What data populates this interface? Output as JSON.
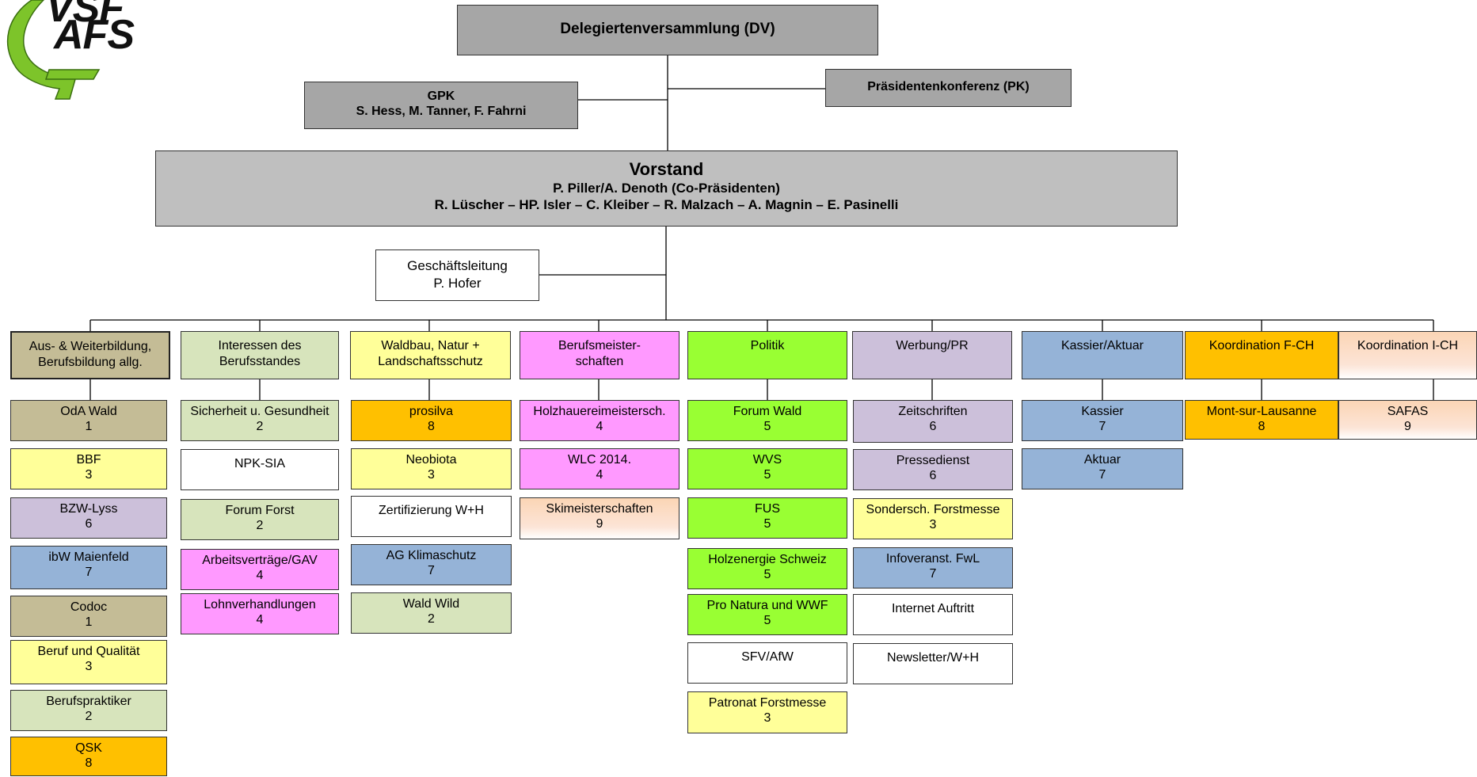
{
  "logo": {
    "line1": "VSF",
    "line2": "AFS",
    "color": "#7dc42a"
  },
  "dv": {
    "title": "Delegiertenversammlung (DV)"
  },
  "pk": {
    "title": "Präsidentenkonferenz (PK)"
  },
  "gpk": {
    "title": "GPK",
    "members": "S. Hess, M. Tanner, F. Fahrni"
  },
  "vorstand": {
    "title": "Vorstand",
    "line2": "P. Piller/A. Denoth (Co-Präsidenten)",
    "line3": "R. Lüscher – HP. Isler – C. Kleiber – R. Malzach – A. Magnin – E. Pasinelli"
  },
  "gl": {
    "title": "Geschäftsleitung",
    "name": "P. Hofer"
  },
  "colors": {
    "tan": "#c4bc96",
    "lightgreen": "#d7e4bc",
    "yellow": "#ffff99",
    "orange": "#ffc000",
    "pink": "#ff99ff",
    "green": "#99ff33",
    "lavender": "#ccc0da",
    "blue": "#95b3d7",
    "peach": "#fbd5b5",
    "white": "#ffffff",
    "gray": "#bfbfbf",
    "darkgray": "#a6a6a6"
  },
  "columns": [
    {
      "header": [
        "Aus- & Weiterbildung,",
        "Berufsbildung allg."
      ],
      "color": "tan",
      "items": [
        {
          "label": "OdA Wald",
          "num": "1",
          "color": "tan"
        },
        {
          "label": "BBF",
          "num": "3",
          "color": "yellow"
        },
        {
          "label": "BZW-Lyss",
          "num": "6",
          "color": "lavender"
        },
        {
          "label": "ibW Maienfeld",
          "num": "7",
          "color": "blue"
        },
        {
          "label": "Codoc",
          "num": "1",
          "color": "tan"
        },
        {
          "label": "Beruf und Qualität",
          "num": "3",
          "color": "yellow"
        },
        {
          "label": "Berufspraktiker",
          "num": "2",
          "color": "lightgreen"
        },
        {
          "label": "QSK",
          "num": "8",
          "color": "orange"
        }
      ]
    },
    {
      "header": [
        "Interessen des",
        "Berufsstandes"
      ],
      "color": "lightgreen",
      "items": [
        {
          "label": "Sicherheit u. Gesundheit",
          "num": "2",
          "color": "lightgreen"
        },
        {
          "label": "NPK-SIA",
          "num": "",
          "color": "white"
        },
        {
          "label": "Forum Forst",
          "num": "2",
          "color": "lightgreen"
        },
        {
          "label": "Arbeitsverträge/GAV",
          "num": "4",
          "color": "pink"
        },
        {
          "label": "Lohnverhandlungen",
          "num": "4",
          "color": "pink"
        }
      ]
    },
    {
      "header": [
        "Waldbau, Natur +",
        "Landschaftsschutz"
      ],
      "color": "yellow",
      "items": [
        {
          "label": "prosilva",
          "num": "8",
          "color": "orange"
        },
        {
          "label": "Neobiota",
          "num": "3",
          "color": "yellow"
        },
        {
          "label": "Zertifizierung W+H",
          "num": "",
          "color": "white"
        },
        {
          "label": "AG Klimaschutz",
          "num": "7",
          "color": "blue"
        },
        {
          "label": "Wald Wild",
          "num": "2",
          "color": "lightgreen"
        }
      ]
    },
    {
      "header": [
        "Berufsmeister-",
        "schaften"
      ],
      "color": "pink",
      "items": [
        {
          "label": "Holzhauereimeistersch.",
          "num": "4",
          "color": "pink"
        },
        {
          "label": "WLC 2014.",
          "num": "4",
          "color": "pink"
        },
        {
          "label": "Skimeisterschaften",
          "num": "9",
          "color": "peach"
        }
      ]
    },
    {
      "header": [
        "Politik"
      ],
      "color": "green",
      "items": [
        {
          "label": "Forum Wald",
          "num": "5",
          "color": "green"
        },
        {
          "label": "WVS",
          "num": "5",
          "color": "green"
        },
        {
          "label": "FUS",
          "num": "5",
          "color": "green"
        },
        {
          "label": "Holzenergie Schweiz",
          "num": "5",
          "color": "green"
        },
        {
          "label": "Pro Natura und WWF",
          "num": "5",
          "color": "green"
        },
        {
          "label": "SFV/AfW",
          "num": "",
          "color": "white"
        },
        {
          "label": "Patronat Forstmesse",
          "num": "3",
          "color": "yellow"
        }
      ]
    },
    {
      "header": [
        "Werbung/PR"
      ],
      "color": "lavender",
      "items": [
        {
          "label": "Zeitschriften",
          "num": "6",
          "color": "lavender"
        },
        {
          "label": "Pressedienst",
          "num": "6",
          "color": "lavender"
        },
        {
          "label": "Sondersch. Forstmesse",
          "num": "3",
          "color": "yellow"
        },
        {
          "label": "Infoveranst. FwL",
          "num": "7",
          "color": "blue"
        },
        {
          "label": "Internet Auftritt",
          "num": "",
          "color": "white"
        },
        {
          "label": "Newsletter/W+H",
          "num": "",
          "color": "white"
        }
      ]
    },
    {
      "header": [
        "Kassier/Aktuar"
      ],
      "color": "blue",
      "items": [
        {
          "label": "Kassier",
          "num": "7",
          "color": "blue"
        },
        {
          "label": "Aktuar",
          "num": "7",
          "color": "blue"
        }
      ]
    },
    {
      "header": [
        "Koordination F-CH"
      ],
      "color": "orange",
      "items": [
        {
          "label": "Mont-sur-Lausanne",
          "num": "8",
          "color": "orange"
        }
      ]
    },
    {
      "header": [
        "Koordination I-CH"
      ],
      "color": "peach",
      "items": [
        {
          "label": "SAFAS",
          "num": "9",
          "color": "peach"
        }
      ]
    }
  ]
}
